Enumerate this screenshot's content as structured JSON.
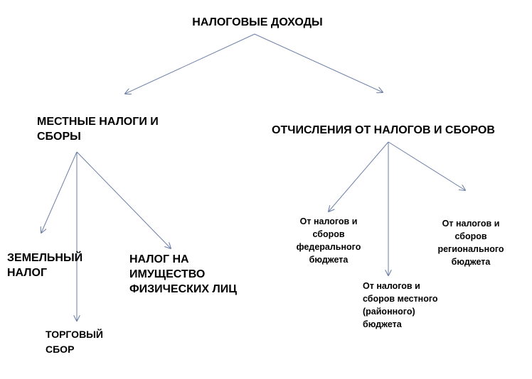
{
  "diagram": {
    "root": "НАЛОГОВЫЕ ДОХОДЫ",
    "local_taxes": "МЕСТНЫЕ НАЛОГИ И\nСБОРЫ",
    "deductions": "ОТЧИСЛЕНИЯ ОТ НАЛОГОВ И СБОРОВ",
    "land_tax": "ЗЕМЕЛЬНЫЙ\nНАЛОГ",
    "property_tax": "НАЛОГ НА\nИМУЩЕСТВО\nФИЗИЧЕСКИХ ЛИЦ",
    "trade_fee": "ТОРГОВЫЙ\nСБОР",
    "federal_budget": "От   налогов и\nсборов\nфедерального\nбюджета",
    "regional_budget": "От   налогов и\nсборов\nрегионального\nбюджета",
    "municipal_budget": "От   налогов и\nсборов местного\n(районного)\nбюджета"
  },
  "colors": {
    "connector": "#6c7ea6",
    "text": "#000000"
  }
}
